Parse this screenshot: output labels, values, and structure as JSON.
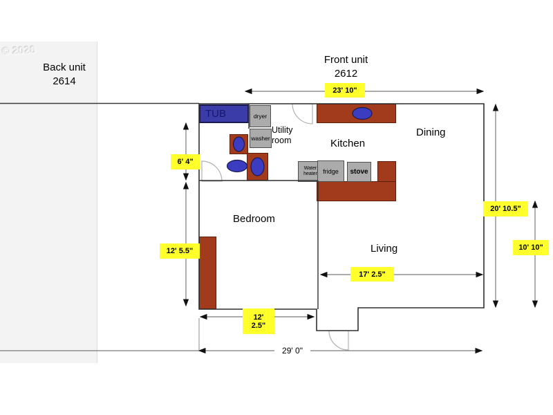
{
  "watermark": "© 2026",
  "back_unit": {
    "name": "Back unit",
    "number": "2614"
  },
  "front_unit": {
    "name": "Front unit",
    "number": "2612"
  },
  "rooms": {
    "tub": "TUB",
    "utility_line1": "Utility",
    "utility_line2": "room",
    "kitchen": "Kitchen",
    "dining": "Dining",
    "bedroom": "Bedroom",
    "living": "Living"
  },
  "appliances": {
    "dryer": "dryer",
    "washer": "washer",
    "water_heater_line1": "Water",
    "water_heater_line2": "heater",
    "fridge": "fridge",
    "stove": "stove"
  },
  "dimensions": {
    "top_width": "23' 10\"",
    "bath_height": "6' 4\"",
    "bedroom_height": "12' 5.5\"",
    "right_height": "20' 10.5\"",
    "living_height": "10' 10\"",
    "living_width": "17' 2.5\"",
    "bedroom_width_line1": "12'",
    "bedroom_width_line2": "2.5\"",
    "total_width": "29' 0\""
  },
  "colors": {
    "counter_brown": "#a23a1c",
    "fixture_blue": "#3c3cc0",
    "tub_blue": "#3c3ca8",
    "appliance_gray": "#ababab",
    "dimension_highlight": "#ffff2b",
    "wall": "#2f2f2f"
  }
}
